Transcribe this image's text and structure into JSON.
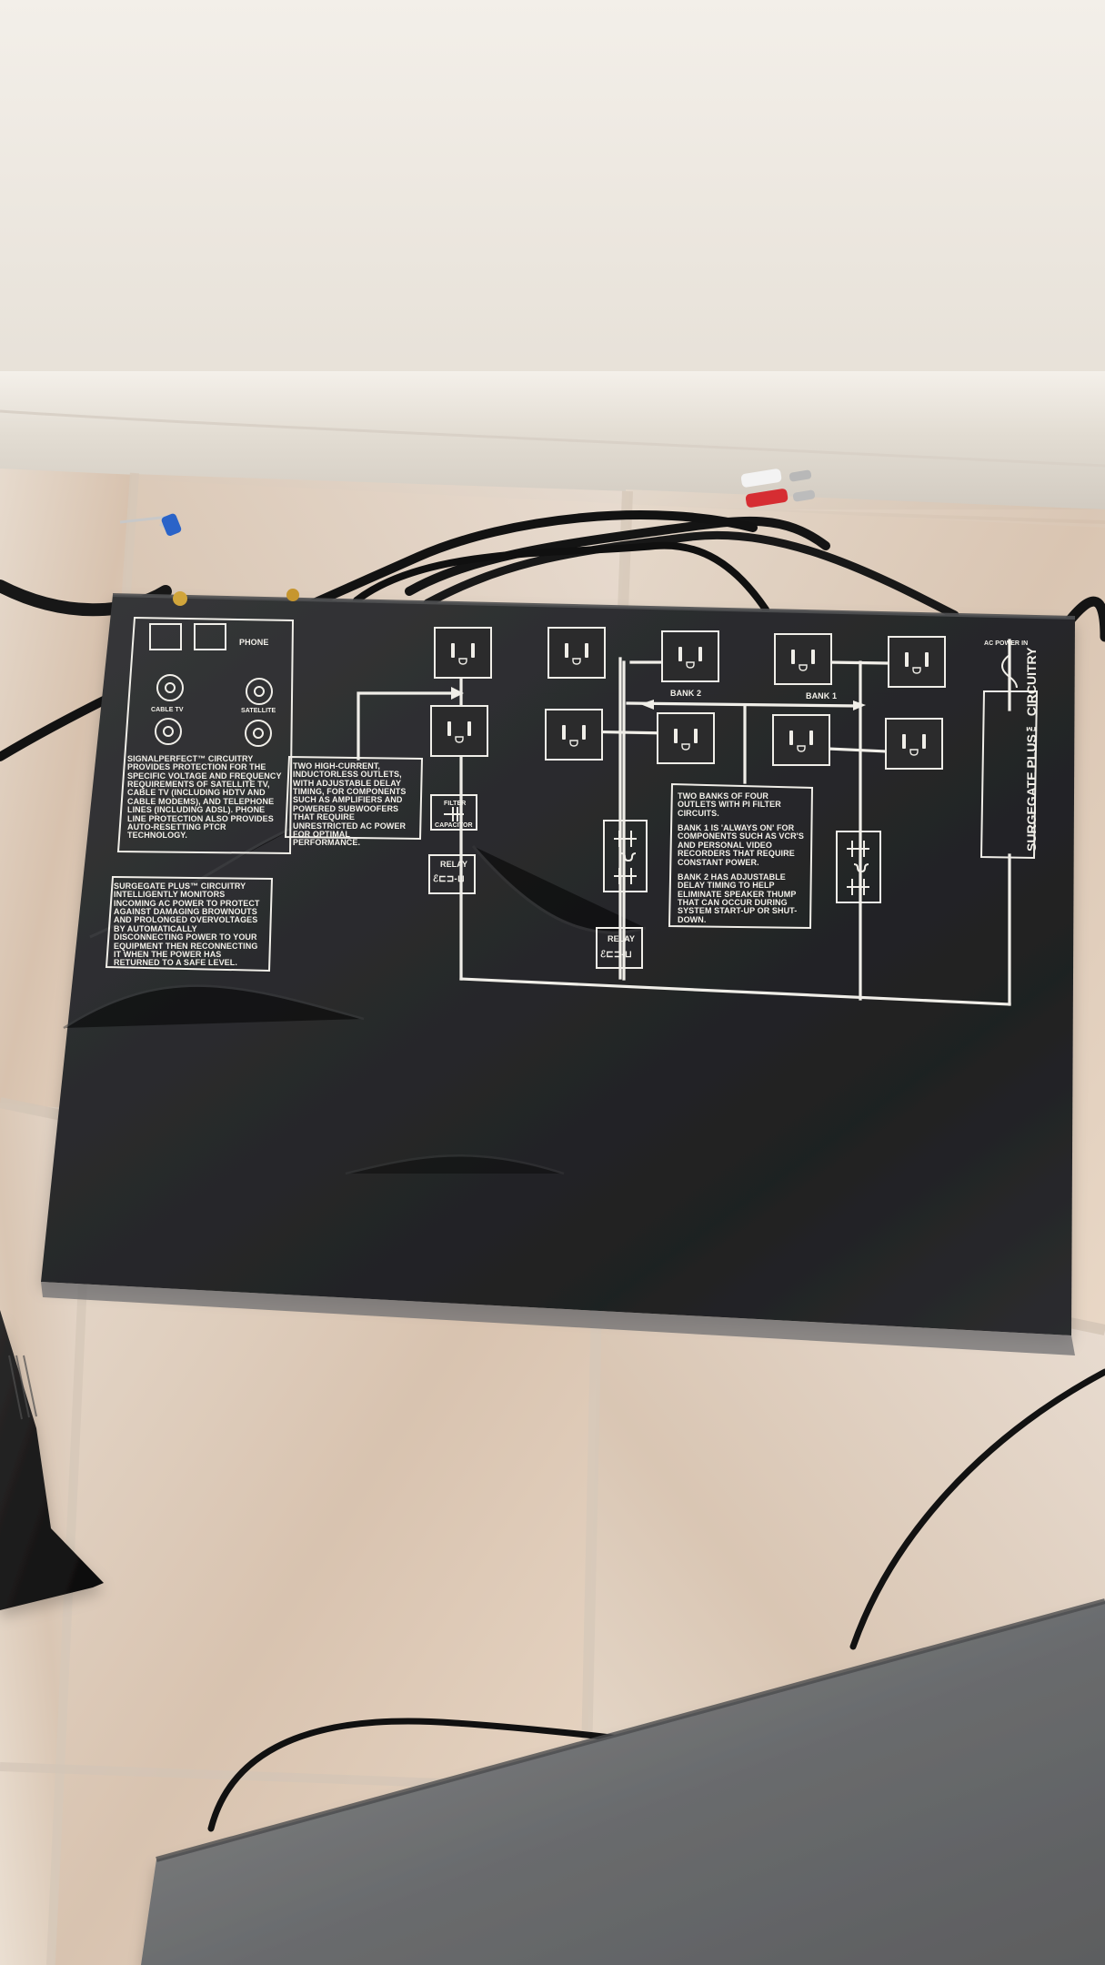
{
  "scene": {
    "colors": {
      "wall": "#ece7df",
      "baseboard": "#e8e2d8",
      "floor": "#e3d6c8",
      "panel": "#2a2b2d",
      "panel_line": "#f2f0ea",
      "cable": "#121212",
      "device_gray": "#737576"
    },
    "printed_panel": {
      "top_left_label": "PHONE",
      "cable_tv_label": "CABLE TV",
      "satellite_label": "SATELLITE",
      "signal_block": "SIGNALPERFECT™ CIRCUITRY PROVIDES PROTECTION FOR THE SPECIFIC VOLTAGE AND FREQUENCY REQUIREMENTS OF SATELLITE TV, CABLE TV (INCLUDING HDTV AND CABLE MODEMS), AND TELEPHONE LINES (INCLUDING ADSL). PHONE LINE PROTECTION ALSO PROVIDES AUTO-RESETTING PTCR TECHNOLOGY.",
      "surgegate_block": "SURGEGATE PLUS™ CIRCUITRY INTELLIGENTLY MONITORS INCOMING AC POWER TO PROTECT AGAINST DAMAGING BROWNOUTS AND PROLONGED OVERVOLTAGES BY AUTOMATICALLY DISCONNECTING POWER TO YOUR EQUIPMENT THEN RECONNECTING IT WHEN THE POWER HAS RETURNED TO A SAFE LEVEL.",
      "high_current_block": "TWO HIGH-CURRENT, INDUCTORLESS OUTLETS, WITH ADJUSTABLE DELAY TIMING, FOR COMPONENTS SUCH AS AMPLIFIERS AND POWERED SUBWOOFERS THAT REQUIRE UNRESTRICTED AC POWER FOR OPTIMAL PERFORMANCE.",
      "filter_label": "FILTER",
      "capacitor_label": "CAPACITOR",
      "relay_label_left": "RELAY",
      "relay_label_bottom": "RELAY",
      "bank2_label": "BANK 2",
      "bank1_label": "BANK 1",
      "bank_text_1": "TWO BANKS OF FOUR OUTLETS WITH PI FILTER CIRCUITS.",
      "bank_text_2": "BANK 1 IS 'ALWAYS ON' FOR COMPONENTS SUCH AS VCR'S AND PERSONAL VIDEO RECORDERS THAT REQUIRE CONSTANT POWER.",
      "bank_text_3": "BANK 2 HAS ADJUSTABLE DELAY TIMING TO HELP ELIMINATE SPEAKER THUMP THAT CAN OCCUR DURING SYSTEM START-UP OR SHUT-DOWN.",
      "ac_power_in": "AC POWER IN",
      "surgegate_vertical": "SURGEGATE PLUS™ CIRCUITRY",
      "relay_symbol": "ℰ⊏⊐-⊔"
    }
  }
}
